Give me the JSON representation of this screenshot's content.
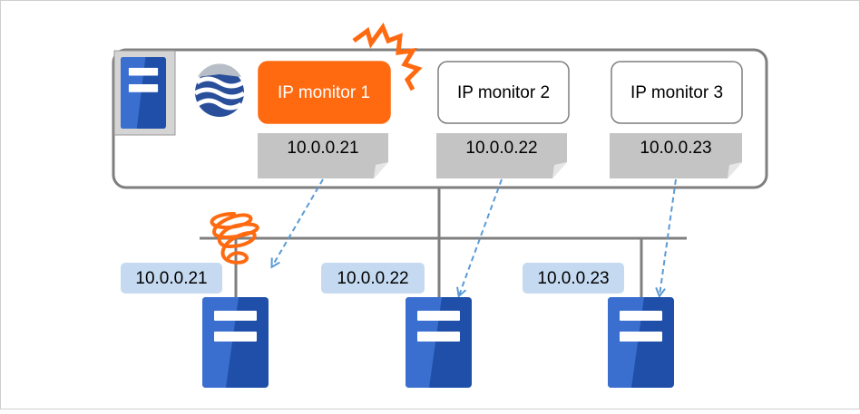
{
  "monitors": [
    {
      "label": "IP monitor 1",
      "ip": "10.0.0.21",
      "state": "error"
    },
    {
      "label": "IP monitor 2",
      "ip": "10.0.0.22",
      "state": "normal"
    },
    {
      "label": "IP monitor 3",
      "ip": "10.0.0.23",
      "state": "normal"
    }
  ],
  "targets": [
    {
      "ip": "10.0.0.21",
      "state": "failed"
    },
    {
      "ip": "10.0.0.22",
      "state": "normal"
    },
    {
      "ip": "10.0.0.23",
      "state": "normal"
    }
  ],
  "colors": {
    "error": "#ff6a10",
    "server_blue": "#2a5bbf",
    "label_blue": "#c5daf0",
    "note_gray": "#c4c4c4",
    "arrow": "#5b9bd5",
    "line": "#7f7f7f"
  },
  "icons": {
    "cluster_server": "server-icon",
    "product_logo": "logo-icon",
    "alert": "lightning-icon",
    "link_failure": "tangled-cable-icon"
  }
}
